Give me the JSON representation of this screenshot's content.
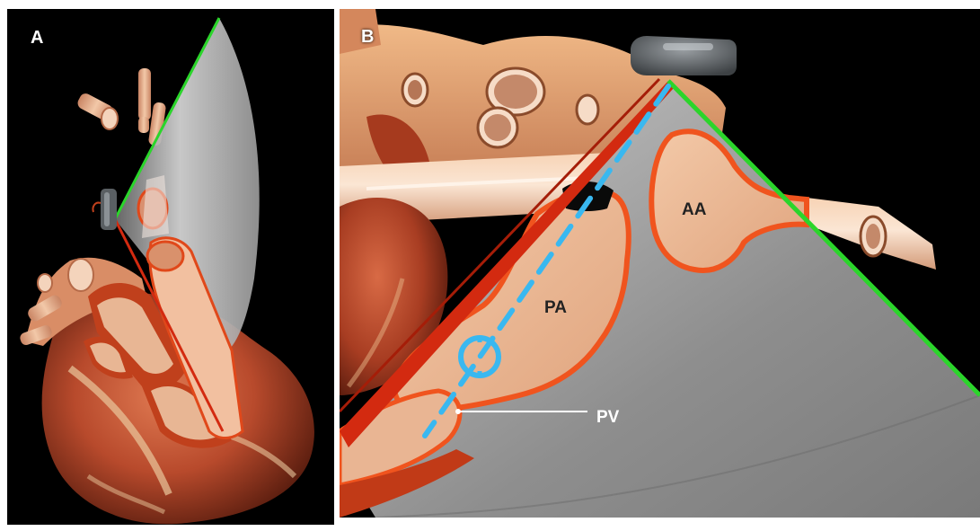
{
  "panels": [
    {
      "letter": "A"
    },
    {
      "letter": "B"
    }
  ],
  "labels": {
    "aa": "AA",
    "pa": "PA",
    "pv": "PV"
  },
  "colors": {
    "background": "#000000",
    "scan_plane_edge_green": "#2bd52b",
    "scan_plane_edge_red": "#d32a10",
    "scan_sector": "#8e8e8e",
    "vessel_outline": "#f0541e",
    "vessel_tissue": "#e8b897",
    "beam_line": "#39b8f0",
    "heart_muscle": "#b84a2c"
  },
  "icons": {
    "transducer": "ultrasound-probe-icon"
  }
}
